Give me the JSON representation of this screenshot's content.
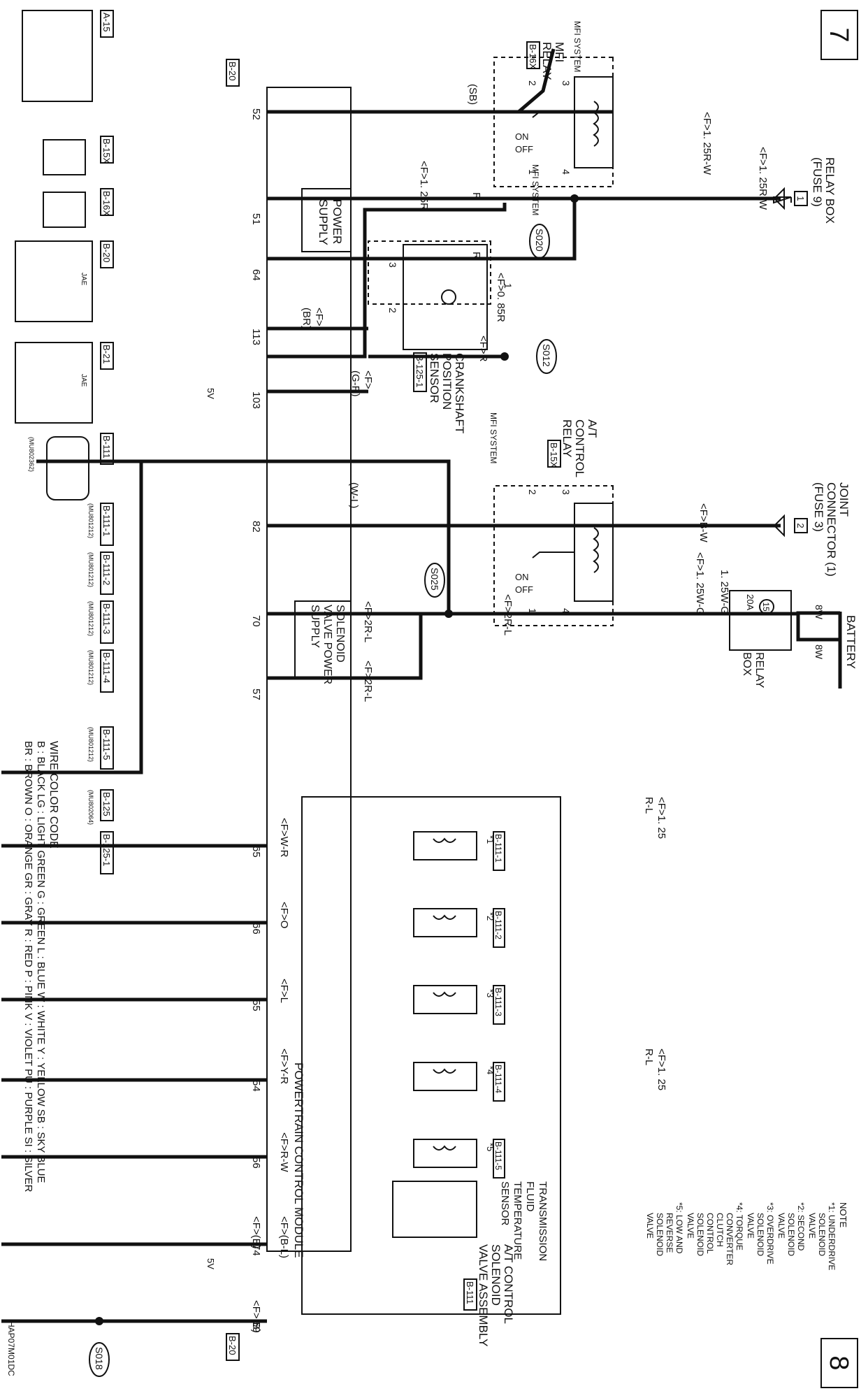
{
  "page_numbers": {
    "top": "7",
    "bottom": "8"
  },
  "connectors": {
    "a15": "A-15",
    "b15x": "B-15X",
    "b16x": "B-16X",
    "b20": "B-20",
    "jae": "JAE",
    "b21": "B-21",
    "b111": "B-111",
    "b111_1": "B-111-1",
    "b111_2": "B-111-2",
    "b111_3": "B-111-3",
    "b111_4": "B-111-4",
    "b111_5": "B-111-5",
    "b125": "B-125",
    "b125_1": "B-125-1",
    "part_b111": "(MU802362)",
    "part_relay": "(MU801212)",
    "part_b125": "(MU802064)"
  },
  "components": {
    "relay_box_fuse9": [
      "RELAY BOX",
      "(FUSE 9)"
    ],
    "mfi_relay": [
      "MFI",
      "RELAY"
    ],
    "joint_connector": [
      "JOINT",
      "CONNECTOR (1)",
      "(FUSE 3)"
    ],
    "at_control_relay": [
      "A/T",
      "CONTROL",
      "RELAY"
    ],
    "battery": "BATTERY",
    "relay_box": [
      "RELAY",
      "BOX"
    ],
    "fuse15_rating": "20A",
    "fuse15_num": "15",
    "power_supply": [
      "POWER",
      "SUPPLY"
    ],
    "solenoid_power": [
      "SOLENOID",
      "VALVE POWER",
      "SUPPLY"
    ],
    "crankshaft_sensor": [
      "CRANKSHAFT",
      "POSITION",
      "SENSOR"
    ],
    "at_solenoid_assy": [
      "A/T CONTROL",
      "SOLENOID",
      "VALVE ASSEMBLY"
    ],
    "fluid_temp_sensor": [
      "TRANSMISSION",
      "FLUID",
      "TEMPERATURE",
      "SENSOR"
    ],
    "pcm": "POWERTRAIN CONTROL MODULE",
    "mfi_system": "MFI SYSTEM"
  },
  "splices": {
    "s020": "S020",
    "s012": "S012",
    "s025": "S025",
    "s018": "S018"
  },
  "wire_labels": {
    "f125rw_a": "<F>1. 25R-W",
    "f125rw_b": "<F>1. 25R-W",
    "sb": "(SB)",
    "f125r": "<F>1. 25R",
    "r1": "R",
    "r2": "R",
    "f085r": "<F>0. 85R",
    "fr": "<F>R",
    "fbr": [
      "<F>",
      "(BR)"
    ],
    "fgr": [
      "<F>",
      "(G-R)"
    ],
    "fbw": "<F>B-W",
    "f125wg": "<F>1. 25W-G",
    "w125g": "1. 25W-G",
    "wl": "(W-L)",
    "f2rl_a": "<F>2R-L",
    "f2rl_b": "<F>2R-L",
    "f2rl_c": "<F>2R-L",
    "bat_8w_a": "8W",
    "bat_8w_b": "8W",
    "f125rl_a": [
      "<F>1. 25",
      "R-L"
    ],
    "f125rl_b": [
      "<F>1. 25",
      "R-L"
    ],
    "fwr": "<F>W-R",
    "fo": "<F>O",
    "fl": "<F>L",
    "fyr": "<F>Y-R",
    "frw": "<F>R-W",
    "fbl": "<F>(B-L)",
    "fb_a": "<F>(B)",
    "fb_b": "<F>(B)"
  },
  "pins": {
    "pcm": [
      "52",
      "51",
      "64",
      "113",
      "103",
      "82",
      "70",
      "57",
      "65",
      "66",
      "55",
      "54",
      "56",
      "74",
      "69"
    ],
    "voltage": "5V"
  },
  "notes": {
    "title": "NOTE",
    "lines": [
      "*1: UNDERDRIVE",
      "SOLENOID",
      "VALVE",
      "*2: SECOND",
      "SOLENOID",
      "VALVE",
      "*3: OVERDRIVE",
      "SOLENOID",
      "VALVE",
      "*4: TORQUE",
      "CONVERTER",
      "CLUTCH",
      "CONTROL",
      "SOLENOID",
      "VALVE",
      "*5: LOW AND",
      "REVERSE",
      "SOLENOID",
      "VALVE"
    ]
  },
  "wire_color_code": {
    "title": "WIRE COLOR CODE",
    "row1": "B : BLACK   LG : LIGHT GREEN   G : GREEN   L : BLUE   W : WHITE   Y : YELLOW   SB : SKY BLUE",
    "row2": "BR : BROWN   O : ORANGE   GR : GRAY   R : RED   P : PINK   V : VIOLET   PU : PURPLE   SI : SILVER"
  },
  "figure_code": "HAP07M01DC"
}
